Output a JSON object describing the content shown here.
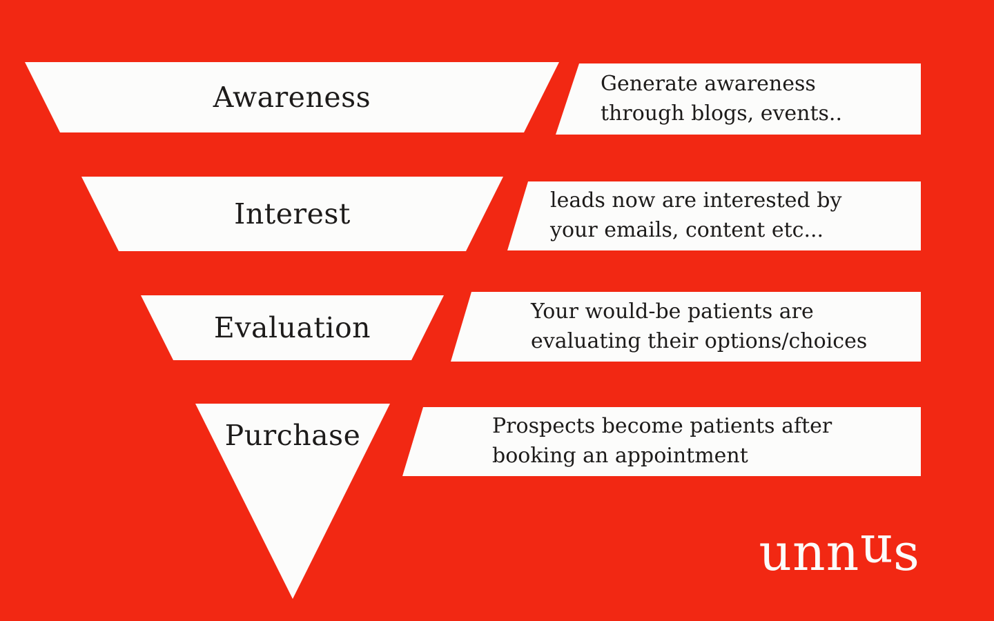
{
  "colors": {
    "background": "#f22813",
    "shape": "#fcfcfb",
    "text": "#1d1b1a"
  },
  "funnel": {
    "stages": [
      {
        "label": "Awareness",
        "description_line1": "Generate awareness",
        "description_line2": "through blogs, events.."
      },
      {
        "label": "Interest",
        "description_line1": "leads now are interested by",
        "description_line2": "your emails, content etc..."
      },
      {
        "label": "Evaluation",
        "description_line1": "Your would-be patients are",
        "description_line2": "evaluating their options/choices"
      },
      {
        "label": "Purchase",
        "description_line1": "Prospects become patients after",
        "description_line2": "booking an appointment"
      }
    ]
  },
  "logo": {
    "text": "unnus",
    "part1": "unn",
    "part2_rotated": "n",
    "part3": "s"
  }
}
